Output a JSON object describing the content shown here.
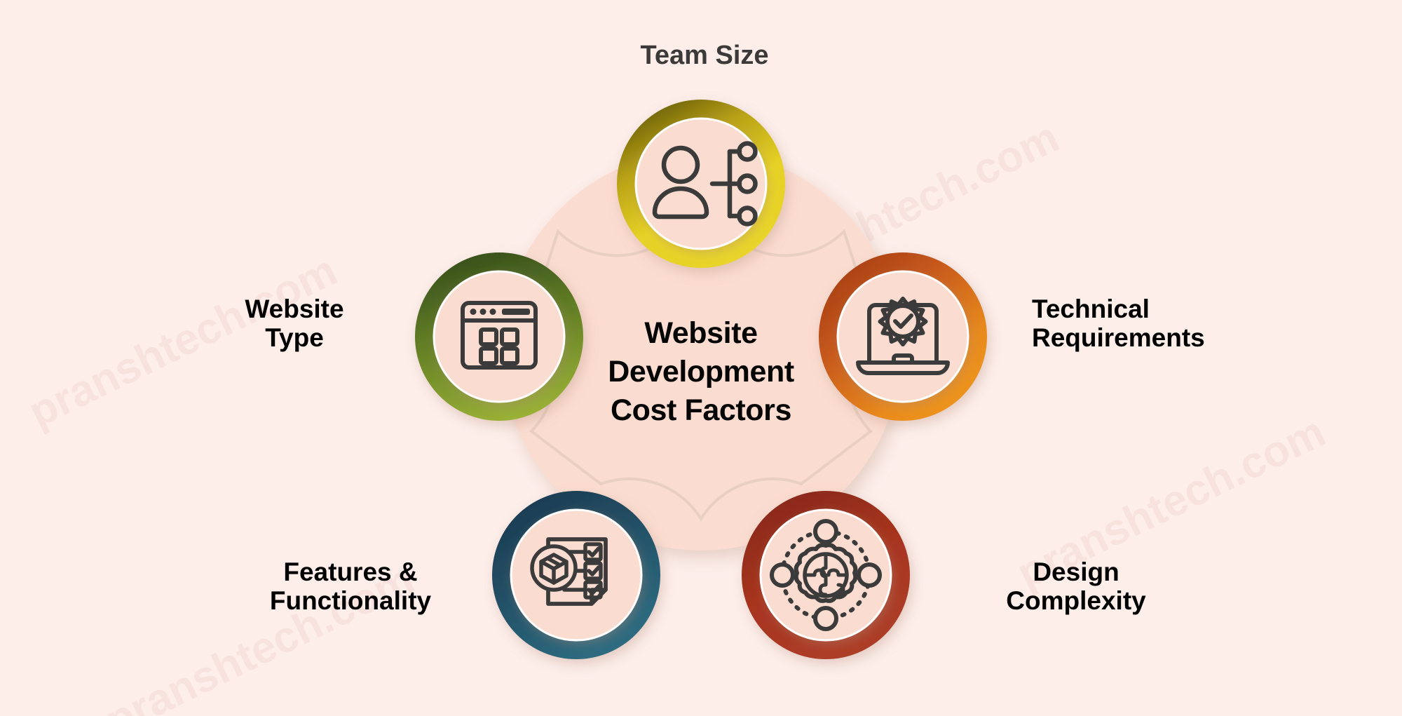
{
  "background_color": "#fdeeea",
  "watermark": {
    "text": "pranshtech.com",
    "color": "#f7e2dd",
    "rotation_deg": -26,
    "repeats": 4
  },
  "center": {
    "title": "Website\nDevelopment\nCost Factors",
    "title_color": "#050505",
    "disc_color": "#fadcd0",
    "pentagon_outline_color": "#e7c9bd"
  },
  "diagram": {
    "type": "radial-hub-and-spoke",
    "node_count": 5,
    "hub_label": "Website Development Cost Factors"
  },
  "nodes": [
    {
      "id": "team-size",
      "label": "Team Size",
      "label_color": "#3c3a39",
      "icon": "org-chart-person-icon",
      "ring_color_from": "#6b6010",
      "ring_color_to": "#e3cf22",
      "inner_color": "#fadcd0",
      "position": "top"
    },
    {
      "id": "technical-requirements",
      "label": "Technical\nRequirements",
      "label_color": "#000000",
      "icon": "laptop-gear-check-icon",
      "ring_color_from": "#b0441a",
      "ring_color_to": "#ea8a1e",
      "inner_color": "#fadcd0",
      "position": "right"
    },
    {
      "id": "design-complexity",
      "label": "Design\nComplexity",
      "label_color": "#000000",
      "icon": "global-gear-network-icon",
      "ring_color_from": "#8e2a1c",
      "ring_color_to": "#ac3b27",
      "inner_color": "#fadcd0",
      "position": "bottom-right"
    },
    {
      "id": "features-functionality",
      "label": "Features &\nFunctionality",
      "label_color": "#000000",
      "icon": "checklist-box-icon",
      "ring_color_from": "#1f3d55",
      "ring_color_to": "#2c6b80",
      "inner_color": "#fadcd0",
      "position": "bottom-left"
    },
    {
      "id": "website-type",
      "label": "Website\nType",
      "label_color": "#000000",
      "icon": "browser-window-layout-icon",
      "ring_color_from": "#3d5420",
      "ring_color_to": "#93ab33",
      "inner_color": "#fadcd0",
      "position": "left"
    }
  ]
}
